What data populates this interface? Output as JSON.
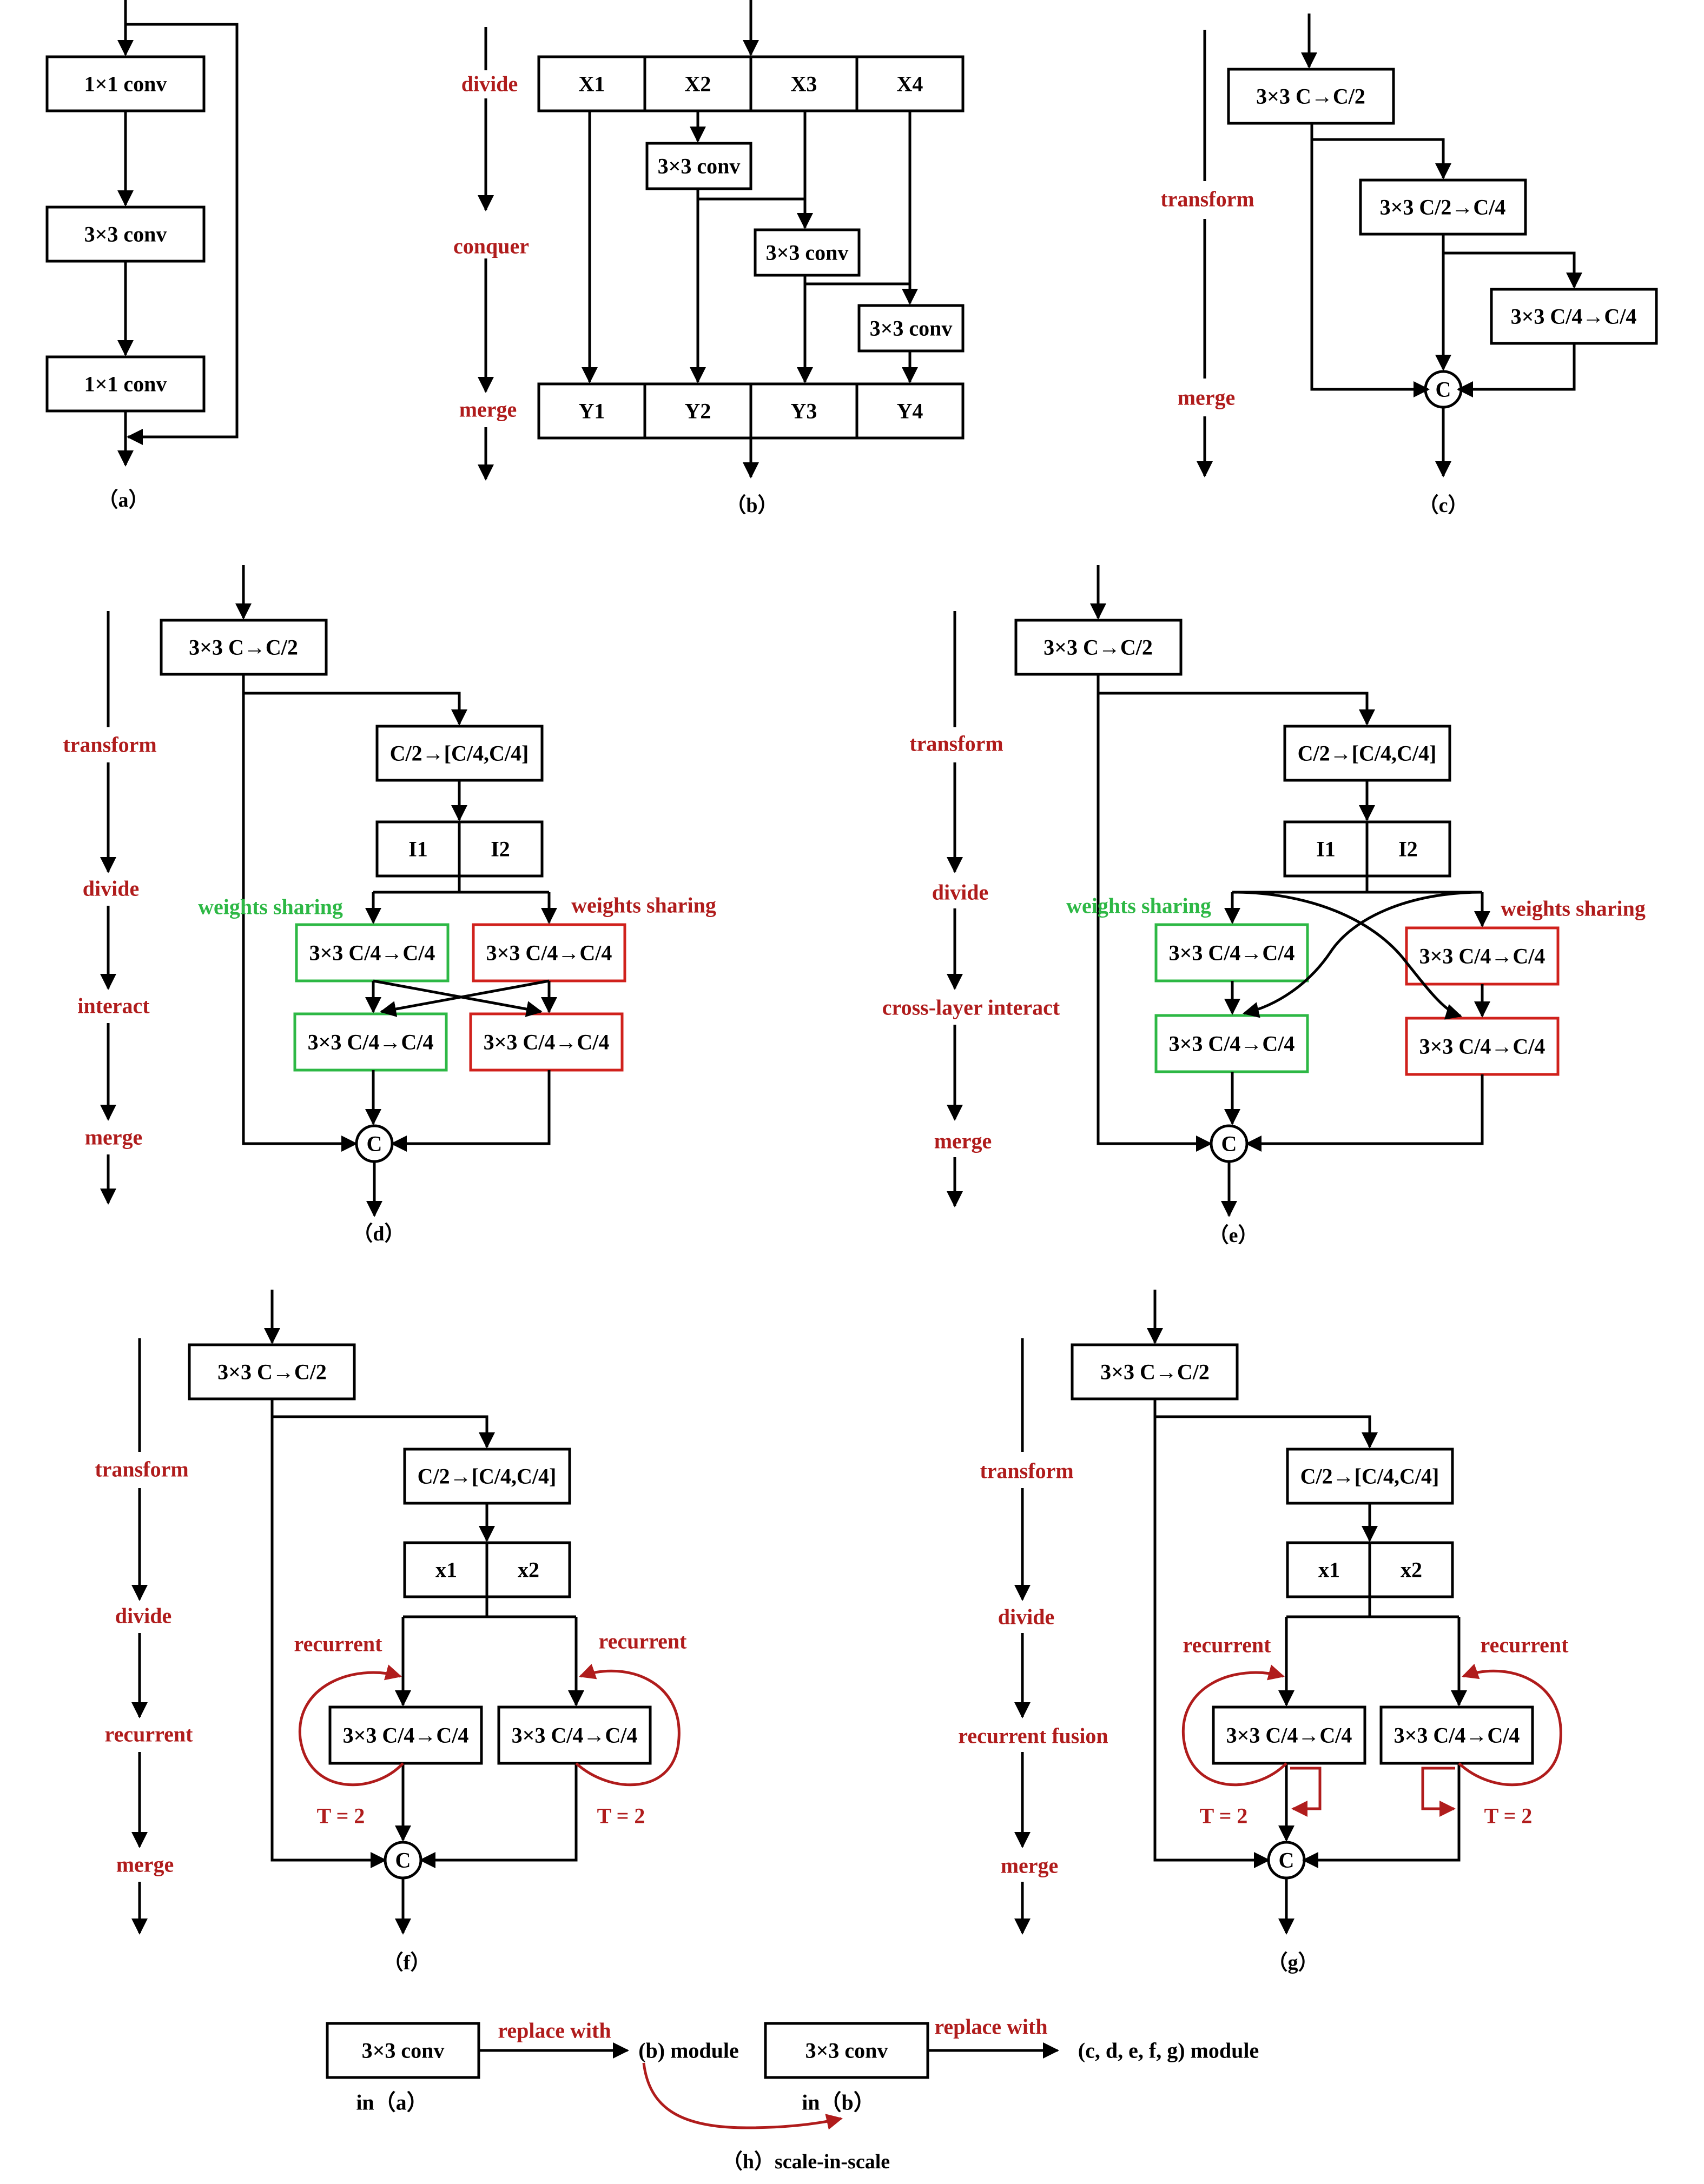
{
  "colors": {
    "black": "#000000",
    "red_text": "#b01c1c",
    "red_box": "#d0211c",
    "green": "#2db845"
  },
  "panel_a": {
    "boxes": [
      "1×1 conv",
      "3×3 conv",
      "1×1 conv"
    ],
    "caption": "（a）"
  },
  "panel_b": {
    "stages": [
      "divide",
      "conquer",
      "merge"
    ],
    "inputs": [
      "X1",
      "X2",
      "X3",
      "X4"
    ],
    "convs": [
      "3×3 conv",
      "3×3 conv",
      "3×3 conv"
    ],
    "outputs": [
      "Y1",
      "Y2",
      "Y3",
      "Y4"
    ],
    "caption": "（b）"
  },
  "panel_c": {
    "stages": [
      "transform",
      "merge"
    ],
    "boxes": [
      "3×3  C→C/2",
      "3×3  C/2→C/4",
      "3×3  C/4→C/4"
    ],
    "concat": "C",
    "caption": "（c）"
  },
  "panel_d": {
    "stages": [
      "transform",
      "divide",
      "interact",
      "merge"
    ],
    "top_box": "3×3  C→C/2",
    "split_box": "C/2→[C/4,C/4]",
    "groups": [
      "I1",
      "I2"
    ],
    "sharing_left": "weights sharing",
    "sharing_right": "weights sharing",
    "conv": "3×3  C/4→C/4",
    "concat": "C",
    "caption": "（d）"
  },
  "panel_e": {
    "stages": [
      "transform",
      "divide",
      "cross-layer interact",
      "merge"
    ],
    "top_box": "3×3  C→C/2",
    "split_box": "C/2→[C/4,C/4]",
    "groups": [
      "I1",
      "I2"
    ],
    "sharing_left": "weights sharing",
    "sharing_right": "weights sharing",
    "conv": "3×3  C/4→C/4",
    "concat": "C",
    "caption": "（e）"
  },
  "panel_f": {
    "stages": [
      "transform",
      "divide",
      "recurrent",
      "merge"
    ],
    "top_box": "3×3  C→C/2",
    "split_box": "C/2→[C/4,C/4]",
    "groups": [
      "x1",
      "x2"
    ],
    "recurrent": "recurrent",
    "conv": "3×3  C/4→C/4",
    "steps": "T = 2",
    "concat": "C",
    "caption": "（f）"
  },
  "panel_g": {
    "stages": [
      "transform",
      "divide",
      "recurrent fusion",
      "merge"
    ],
    "top_box": "3×3  C→C/2",
    "split_box": "C/2→[C/4,C/4]",
    "groups": [
      "x1",
      "x2"
    ],
    "recurrent": "recurrent",
    "conv": "3×3  C/4→C/4",
    "steps": "T = 2",
    "concat": "C",
    "caption": "（g）"
  },
  "panel_h": {
    "box1": "3×3 conv",
    "box1_sub": "in（a）",
    "replace1": "replace with",
    "target1": "(b) module",
    "box2": "3×3  conv",
    "box2_sub": "in（b）",
    "replace2": "replace with",
    "target2": "(c, d, e, f, g) module",
    "caption": "（h）scale-in-scale"
  }
}
